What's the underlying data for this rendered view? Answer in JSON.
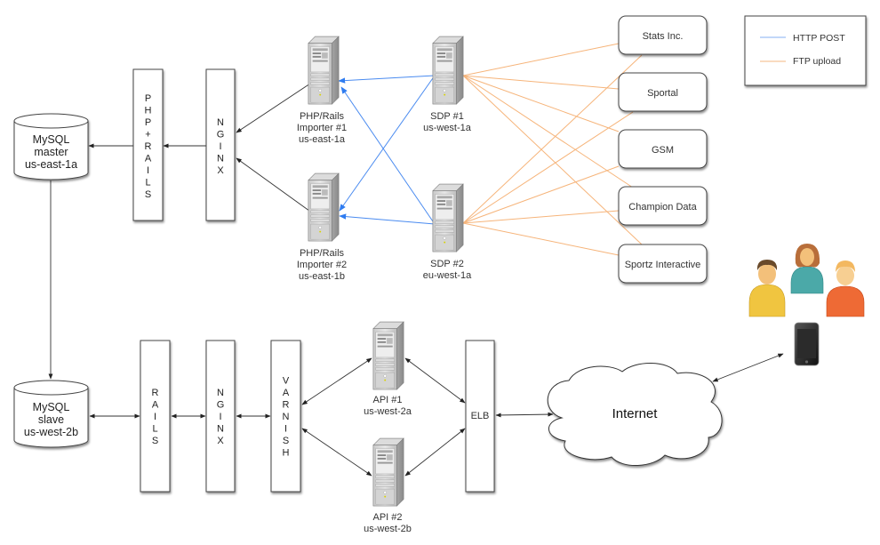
{
  "colors": {
    "http_post": "#4a8bf0",
    "ftp_upload": "#f6b47a",
    "edge": "#333333"
  },
  "legend": {
    "items": [
      {
        "label": "HTTP POST",
        "color": "#4a8bf0"
      },
      {
        "label": "FTP upload",
        "color": "#f6b47a"
      }
    ]
  },
  "databases": {
    "master": {
      "lines": [
        "MySQL",
        "master",
        "us-east-1a"
      ]
    },
    "slave": {
      "lines": [
        "MySQL",
        "slave",
        "us-west-2b"
      ]
    }
  },
  "vertical_boxes": {
    "php_rails": {
      "letters": [
        "P",
        "H",
        "P",
        "+",
        "R",
        "A",
        "I",
        "L",
        "S"
      ]
    },
    "nginx_top": {
      "letters": [
        "N",
        "G",
        "I",
        "N",
        "X"
      ]
    },
    "rails": {
      "letters": [
        "R",
        "A",
        "I",
        "L",
        "S"
      ]
    },
    "nginx_bottom": {
      "letters": [
        "N",
        "G",
        "I",
        "N",
        "X"
      ]
    },
    "varnish": {
      "letters": [
        "V",
        "A",
        "R",
        "N",
        "I",
        "S",
        "H"
      ]
    },
    "elb": {
      "label": "ELB"
    }
  },
  "servers": {
    "importer1": {
      "lines": [
        "PHP/Rails",
        "Importer #1",
        "us-east-1a"
      ]
    },
    "importer2": {
      "lines": [
        "PHP/Rails",
        "Importer #2",
        "us-east-1b"
      ]
    },
    "sdp1": {
      "lines": [
        "SDP #1",
        "us-west-1a"
      ]
    },
    "sdp2": {
      "lines": [
        "SDP #2",
        "eu-west-1a"
      ]
    },
    "api1": {
      "lines": [
        "API #1",
        "us-west-2a"
      ]
    },
    "api2": {
      "lines": [
        "API #2",
        "us-west-2b"
      ]
    }
  },
  "providers": [
    {
      "label": "Stats Inc."
    },
    {
      "label": "Sportal"
    },
    {
      "label": "GSM"
    },
    {
      "label": "Champion Data"
    },
    {
      "label": "Sportz Interactive"
    }
  ],
  "cloud": {
    "label": "Internet"
  },
  "clients": {
    "users_icon": "users-icon",
    "device_icon": "smartphone-icon"
  }
}
